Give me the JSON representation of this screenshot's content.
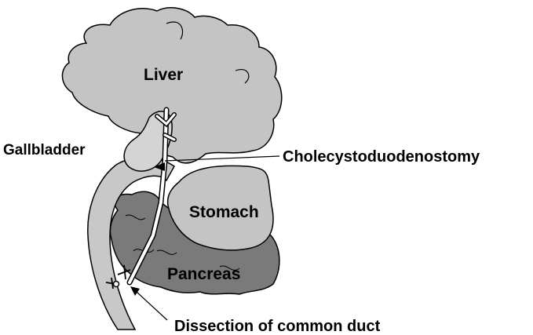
{
  "labels": {
    "liver": "Liver",
    "gallbladder": "Gallbladder",
    "stomach": "Stomach",
    "pancreas": "Pancreas",
    "cholecystoduodenostomy": "Cholecystoduodenostomy",
    "dissection": "Dissection of common duct"
  },
  "colors": {
    "liver_fill": "#c4c4c4",
    "stomach_fill": "#c4c4c4",
    "pancreas_fill": "#7a7a7a",
    "duodenum_fill": "#c8c8c8",
    "gallbladder_fill": "#d4d4d4",
    "outline": "#000000"
  }
}
